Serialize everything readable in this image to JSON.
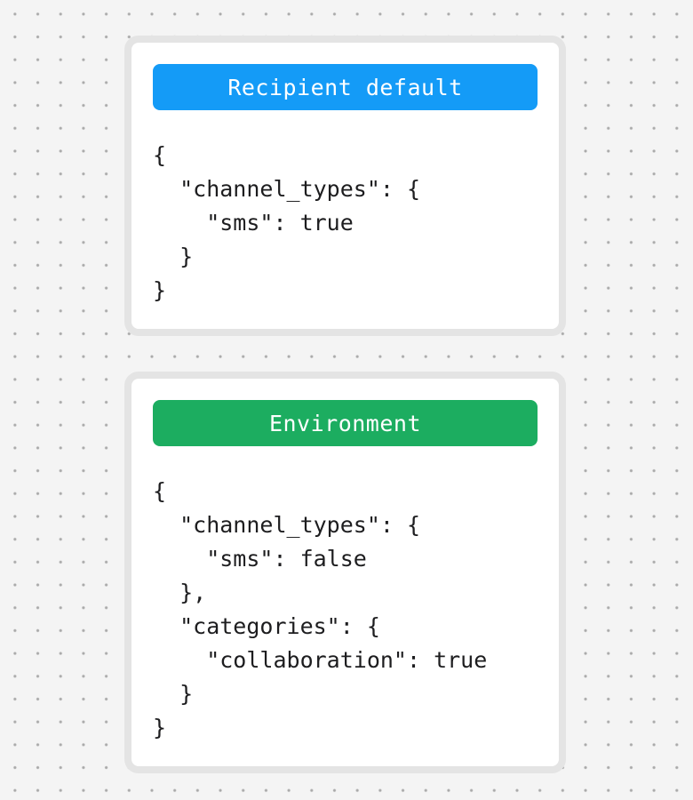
{
  "page": {
    "background_color": "#f4f4f4",
    "dot_color": "#a9a9a9",
    "card_border_color": "#e4e4e4",
    "card_background_color": "#ffffff",
    "code_text_color": "#1d1d1f"
  },
  "cards": [
    {
      "id": "recipient-default",
      "header": {
        "label": "Recipient default",
        "color": "#149BF7",
        "text_color": "#ffffff"
      },
      "code_lines": [
        "{",
        "  \"channel_types\": {",
        "    \"sms\": true",
        "  }",
        "}"
      ]
    },
    {
      "id": "environment",
      "header": {
        "label": "Environment",
        "color": "#1CAD60",
        "text_color": "#ffffff"
      },
      "code_lines": [
        "{",
        "  \"channel_types\": {",
        "    \"sms\": false",
        "  },",
        "  \"categories\": {",
        "    \"collaboration\": true",
        "  }",
        "}"
      ]
    }
  ]
}
